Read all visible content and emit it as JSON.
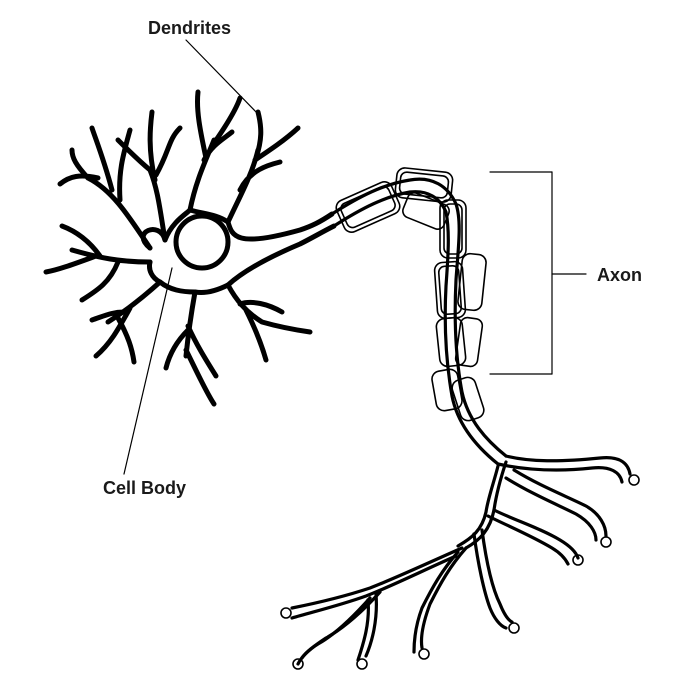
{
  "labels": {
    "dendrites": "Dendrites",
    "axon": "Axon",
    "cell_body": "Cell Body"
  }
}
